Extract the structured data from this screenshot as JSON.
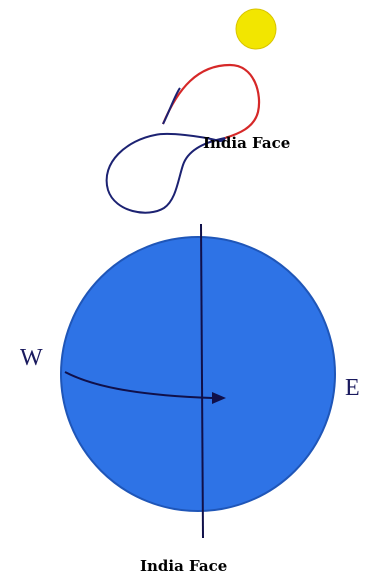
{
  "labels": {
    "upper_caption": "India Face",
    "lower_caption": "India Face",
    "west": "W",
    "east": "E"
  },
  "colors": {
    "sun_fill": "#f2e600",
    "sun_stroke": "#d9c400",
    "globe_fill": "#2e73e6",
    "globe_stroke": "#1f56b8",
    "loop_red": "#d62828",
    "loop_navy": "#1c2272",
    "axis_line": "#10104a",
    "arc_line": "#10104a",
    "label_text": "#000000"
  },
  "icons": {
    "sun": "sun-icon",
    "analemma": "figure-eight-loop",
    "globe": "earth-globe",
    "axis": "vertical-axis-line",
    "arrow": "arc-arrow"
  }
}
